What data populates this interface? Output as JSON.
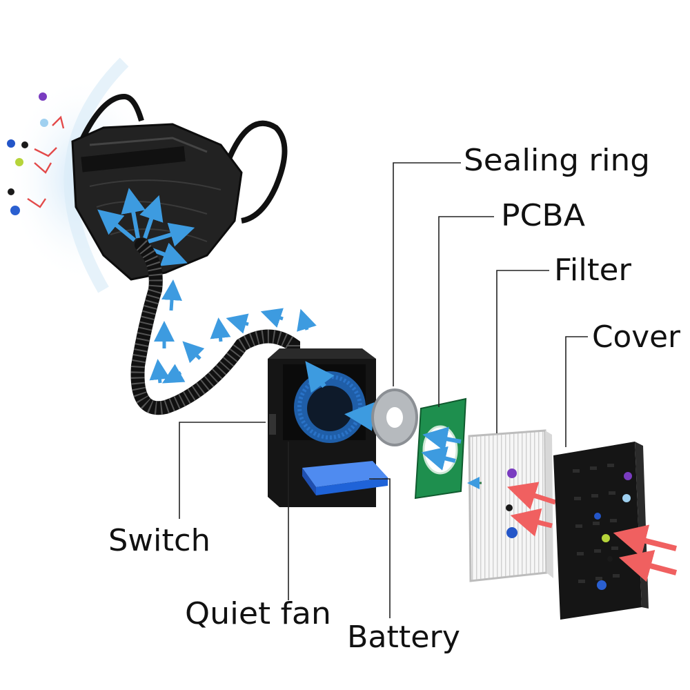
{
  "labels": {
    "sealing_ring": "Sealing ring",
    "pcba": "PCBA",
    "filter": "Filter",
    "cover": "Cover",
    "switch": "Switch",
    "quiet_fan": "Quiet fan",
    "battery": "Battery"
  },
  "colors": {
    "clean_air_arrow": "#3d9be0",
    "polluted_air_arrow": "#f06060",
    "pcb_green": "#1e8f4e",
    "battery_blue": "#1f63d8",
    "fan_blue": "#2a73c8",
    "housing_black": "#151515",
    "filter_white": "#f2f2f2"
  },
  "icons": [
    "mask-icon",
    "hose-icon",
    "fan-icon",
    "battery-icon",
    "sealing-ring-icon",
    "pcb-icon",
    "filter-icon",
    "cover-icon",
    "particle-icon"
  ]
}
